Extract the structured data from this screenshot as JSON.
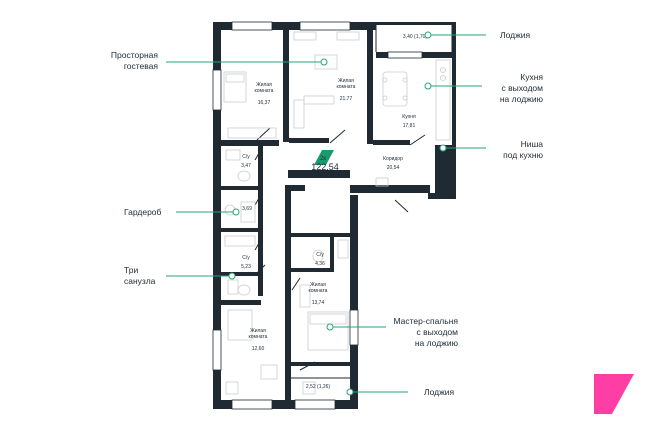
{
  "total_area": {
    "badge": "2к",
    "value": "122,54"
  },
  "rooms": {
    "living_top_left": {
      "name": "Жилая\nкомната",
      "area": "16,37"
    },
    "living_top_middle": {
      "name": "Жилая\nкомната",
      "area": "21,77"
    },
    "kitchen": {
      "name": "Кухня",
      "area": "17,81"
    },
    "corridor": {
      "name": "Коридор",
      "area": "20,54"
    },
    "bath_1": {
      "name": "С/у",
      "area": "3,47"
    },
    "wardrobe": {
      "name": "",
      "area": "3,69"
    },
    "bath_2": {
      "name": "С/у",
      "area": "5,23"
    },
    "bath_3": {
      "name": "С/у",
      "area": "4,36"
    },
    "living_master": {
      "name": "Жилая\nкомната",
      "area": "13,74"
    },
    "living_bottom_left": {
      "name": "Жилая\nкомната",
      "area": "12,60"
    },
    "loggia_top": {
      "label": "3,40 (1,70)"
    },
    "loggia_bottom": {
      "label": "2,52 (1,26)"
    }
  },
  "callouts": {
    "guest": "Просторная\nгостевая",
    "wardrobe": "Гардероб",
    "three_bath": "Три\nсанузла",
    "loggia_top": "Лоджия",
    "kitchen": "Кухня\nс выходом\nна лоджию",
    "niche": "Ниша\nпод кухню",
    "master": "Мастер-спальня\nс выходом\nна лоджию",
    "loggia_bottom": "Лоджия"
  },
  "colors": {
    "wall": "#1f2a33",
    "accent": "#1a9b6f",
    "line": "#2aa37a",
    "brand": "#ff3ea5",
    "furniture": "#c9cdd0"
  }
}
